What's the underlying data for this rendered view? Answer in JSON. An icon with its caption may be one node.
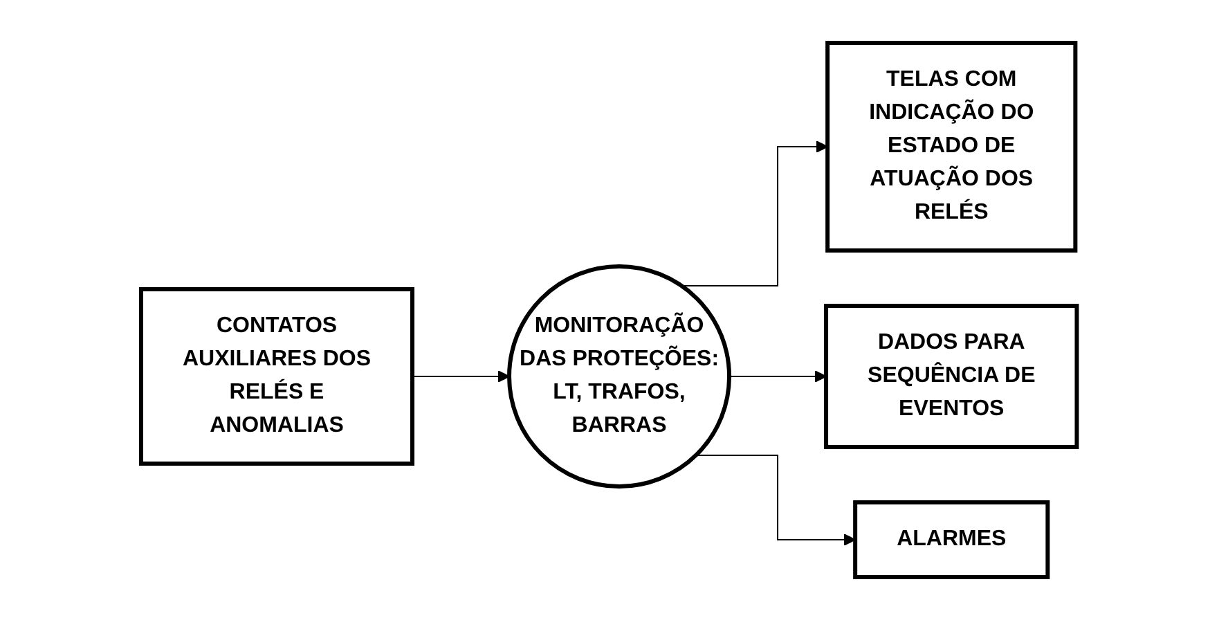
{
  "diagram": {
    "nodes": [
      {
        "text": [
          "CONTATOS AUXILIARES DOS RELÉS E ANOMALIAS"
        ]
      },
      {
        "text": [
          "MONITORAÇÃO DAS PROTEÇÕES: LT, TRAFOS, BARRAS"
        ]
      },
      {
        "text": [
          "TELAS COM INDICAÇÃO DO ESTADO DE ATUAÇÃO DOS RELÉS"
        ]
      },
      {
        "text": [
          "DADOS PARA SEQUÊNCIA DE EVENTOS"
        ]
      },
      {
        "text": [
          "ALARMES"
        ]
      }
    ],
    "edges": [
      {
        "from": 0,
        "to": 1,
        "arrow": "to"
      },
      {
        "from": 1,
        "to": 2,
        "arrow": "to"
      },
      {
        "from": 1,
        "to": 3,
        "arrow": "to"
      },
      {
        "from": 1,
        "to": 4,
        "arrow": "to"
      }
    ]
  }
}
